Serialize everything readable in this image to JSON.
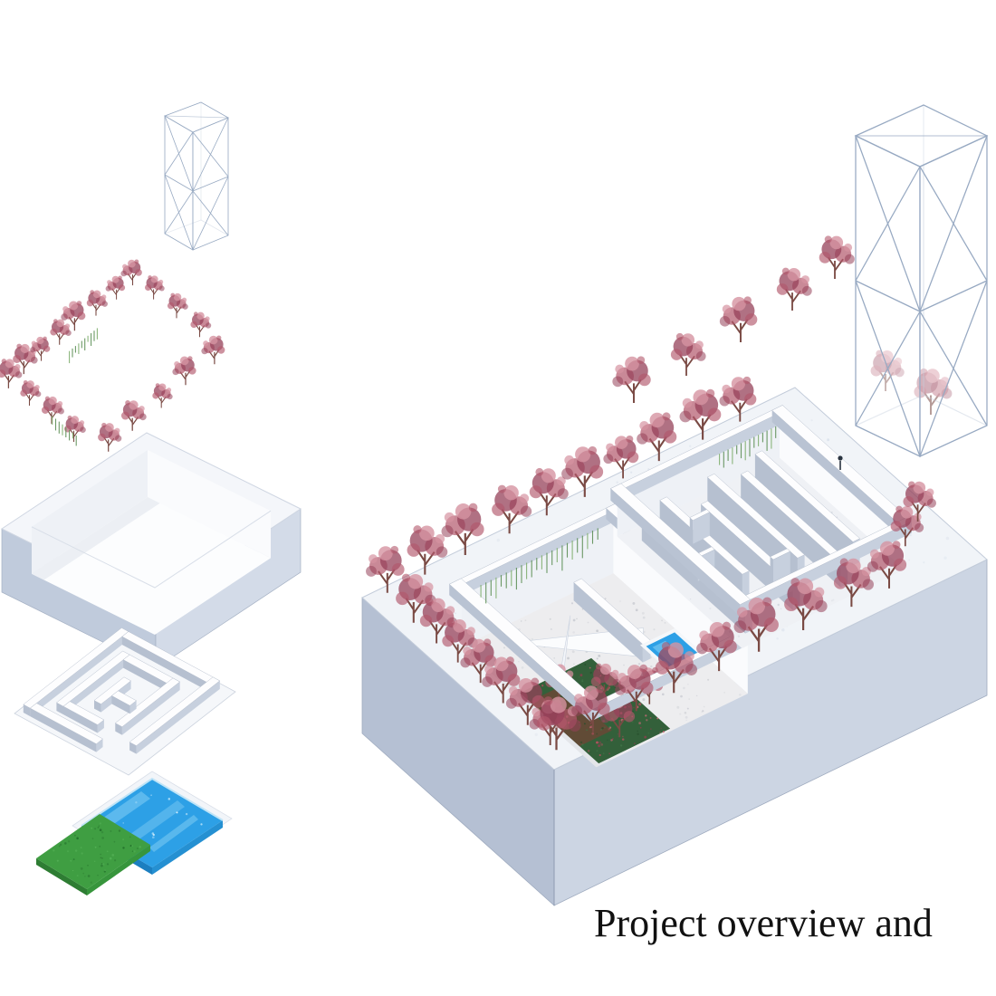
{
  "caption": {
    "text": "Project overview and"
  },
  "palette": {
    "background": "#ffffff",
    "slab_top": "#f1f4f8",
    "slab_side_left": "#b5c0d3",
    "slab_side_right": "#ccd5e3",
    "pit_wall_bright": "#fafbfd",
    "pit_wall_shaded": "#eef1f6",
    "pit_floor": "#ededef",
    "wall_white": "#fdfdfe",
    "wall_side": "#c7d0de",
    "pool_blue": "#2da0e6",
    "pool_blue_dark": "#1c7fc0",
    "pool_blue_light": "#6cc2f0",
    "grass_green": "#3f9e42",
    "grass_green_dark": "#2e7d33",
    "garden_green": "#33603a",
    "garden_soil": "#6a4836",
    "blossom_main": "#b2576b",
    "blossom_light": "#d693a1",
    "blossom_dark": "#96425a",
    "trunk_brown": "#7a4a44",
    "vine_green": "#5c8f55",
    "wireframe_stroke": "#97a9c2",
    "caption_color": "#111111"
  },
  "diagram": {
    "type": "axonometric-exploded-architecture",
    "parts": [
      "exploded-wireframe-tower",
      "exploded-tree-ring",
      "exploded-basin",
      "exploded-maze-walls",
      "exploded-pool",
      "exploded-grass",
      "assembled-model"
    ]
  }
}
